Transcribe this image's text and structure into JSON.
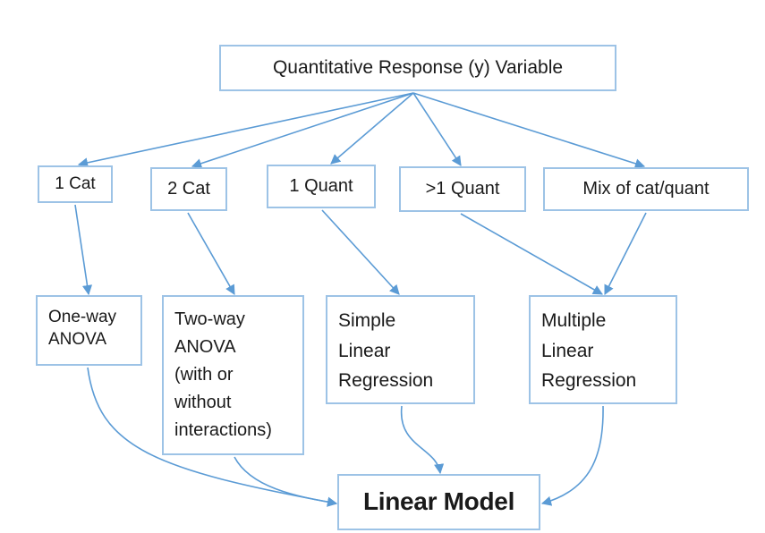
{
  "diagram": {
    "nodes": {
      "root": "Quantitative Response (y) Variable",
      "cat1": "1 Cat",
      "cat2": "2 Cat",
      "quant1": "1 Quant",
      "quant_many": ">1 Quant",
      "mix": "Mix of cat/quant",
      "anova1": "One-way\nANOVA",
      "anova2": "Two-way\nANOVA\n(with or\nwithout\ninteractions)",
      "slr": "Simple\nLinear\nRegression",
      "mlr": "Multiple\nLinear\nRegression",
      "linear_model": "Linear Model"
    },
    "edges": [
      {
        "from": "root",
        "to": "cat1"
      },
      {
        "from": "root",
        "to": "cat2"
      },
      {
        "from": "root",
        "to": "quant1"
      },
      {
        "from": "root",
        "to": "quant_many"
      },
      {
        "from": "root",
        "to": "mix"
      },
      {
        "from": "cat1",
        "to": "anova1"
      },
      {
        "from": "cat2",
        "to": "anova2"
      },
      {
        "from": "quant1",
        "to": "slr"
      },
      {
        "from": "quant_many",
        "to": "mlr"
      },
      {
        "from": "mix",
        "to": "mlr"
      },
      {
        "from": "anova1",
        "to": "linear_model"
      },
      {
        "from": "anova2",
        "to": "linear_model"
      },
      {
        "from": "slr",
        "to": "linear_model"
      },
      {
        "from": "mlr",
        "to": "linear_model"
      }
    ],
    "colors": {
      "node_border": "#9dc3e6",
      "arrow": "#5b9bd5",
      "text": "#1a1a1a"
    }
  }
}
